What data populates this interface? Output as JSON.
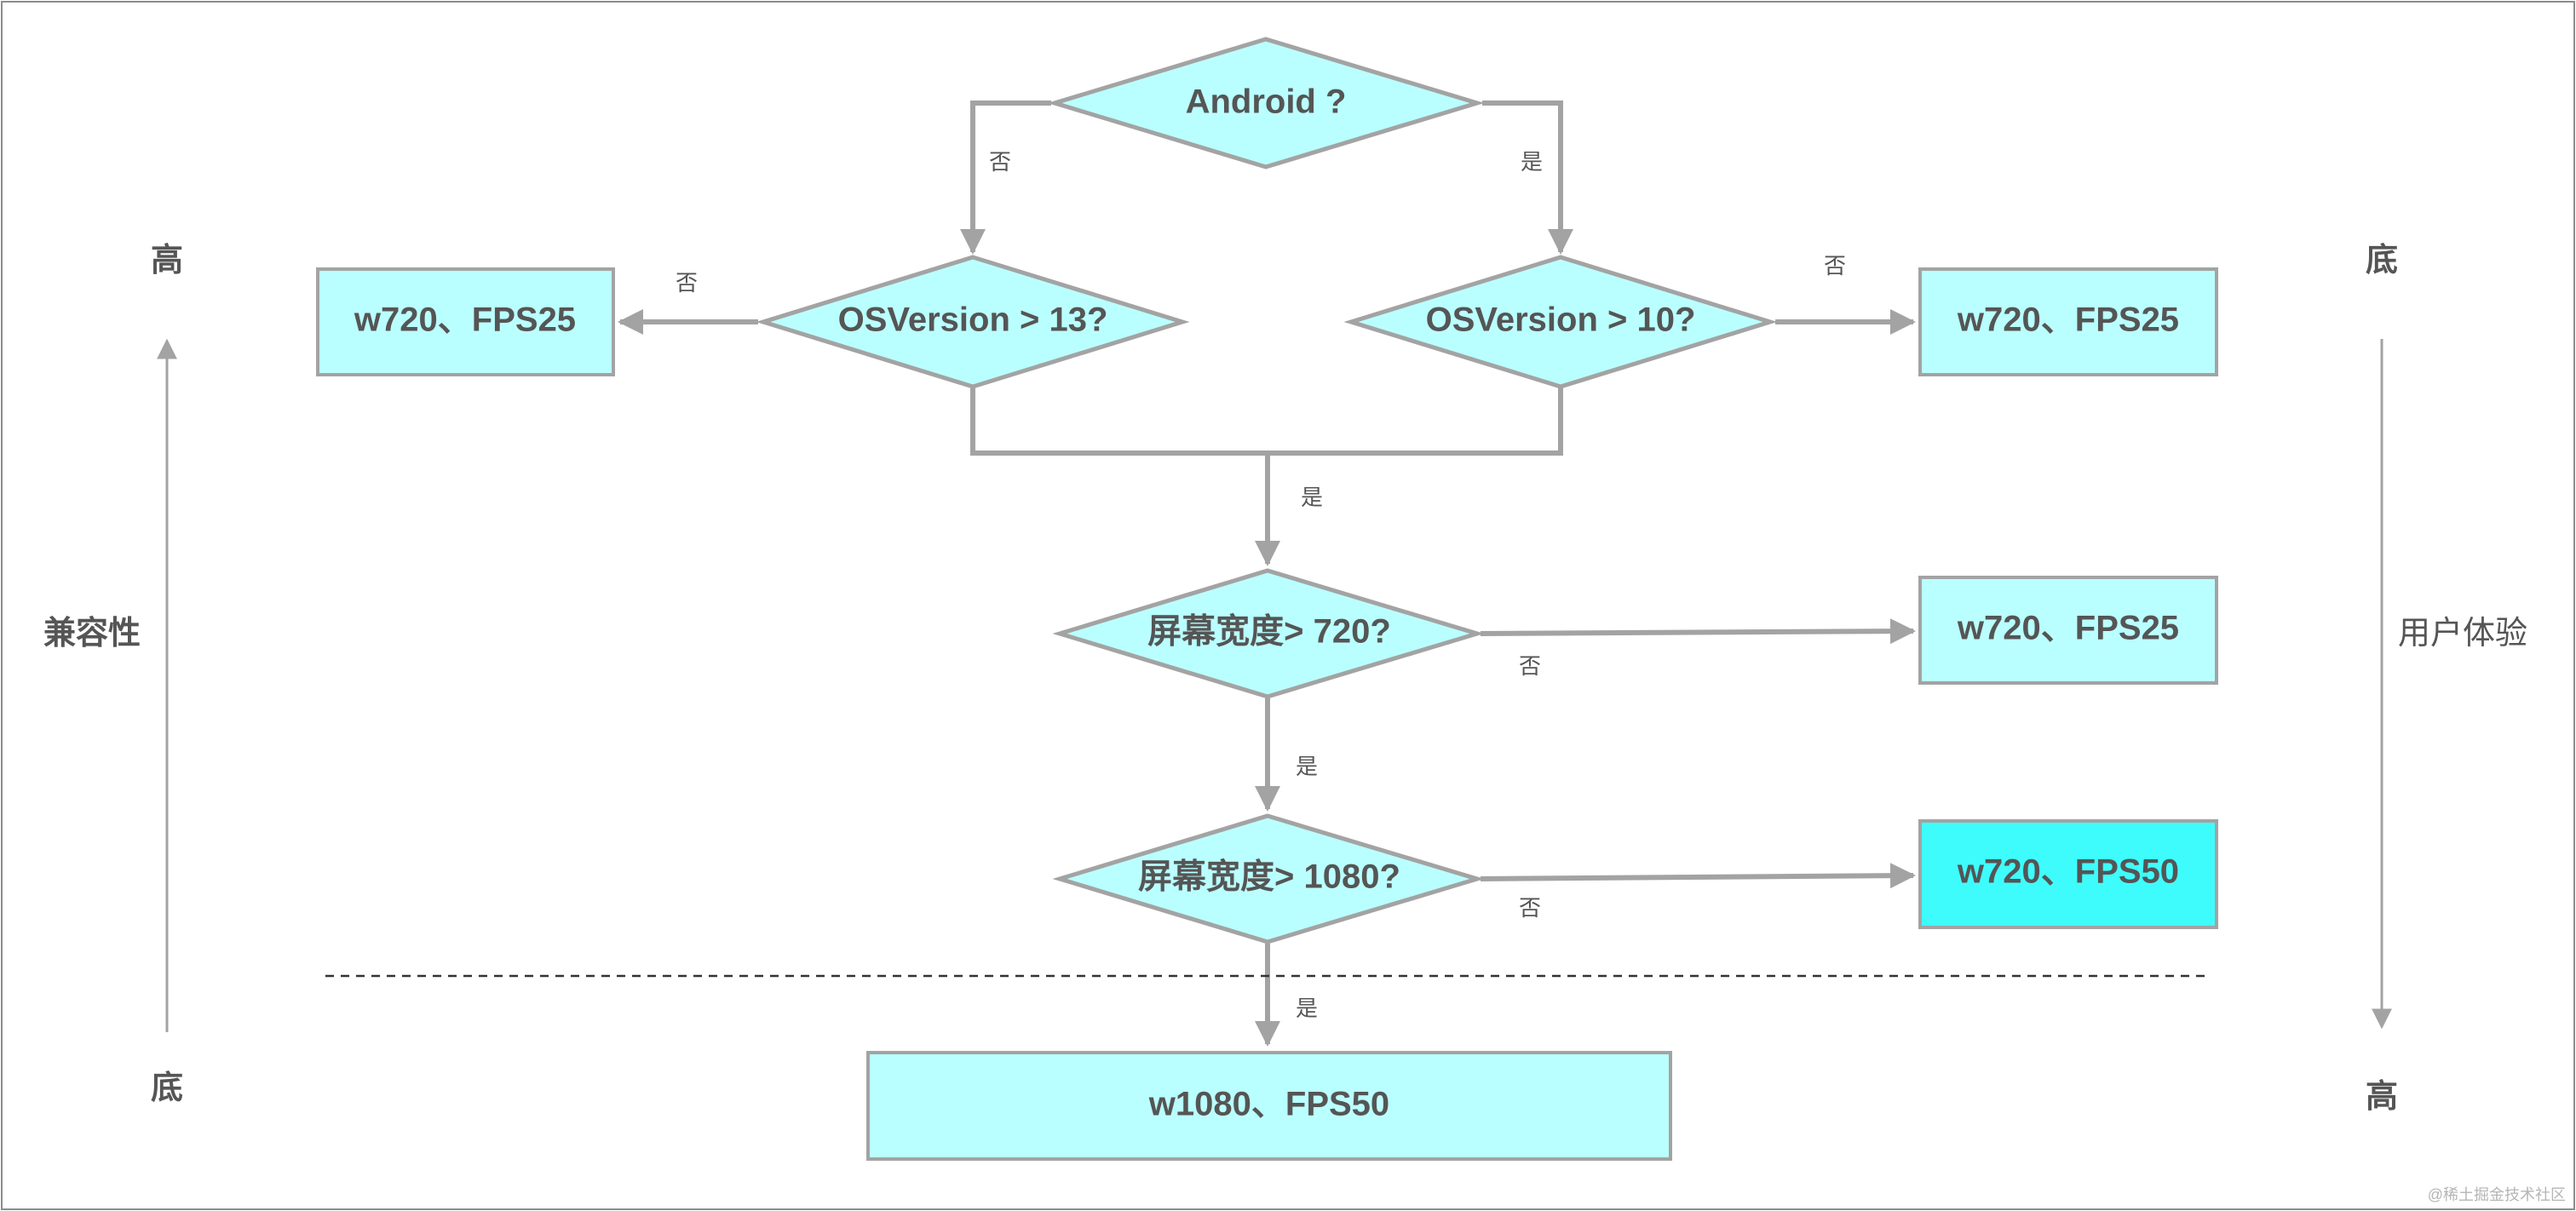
{
  "decisions": {
    "android": "Android ?",
    "os13": "OSVersion > 13?",
    "os10": "OSVersion > 10?",
    "w720": "屏幕宽度> 720?",
    "w1080": "屏幕宽度> 1080?"
  },
  "results": {
    "left": "w720、FPS25",
    "right_top": "w720、FPS25",
    "right_mid": "w720、FPS25",
    "right_bottom": "w720、FPS50",
    "bottom": "w1080、FPS50"
  },
  "edges": {
    "android_no": "否",
    "android_yes": "是",
    "os13_no": "否",
    "os10_no": "否",
    "merge_yes": "是",
    "w720_no": "否",
    "w720_yes": "是",
    "w1080_no": "否",
    "w1080_yes": "是"
  },
  "left_axis": {
    "top": "高",
    "label": "兼容性",
    "bottom": "底"
  },
  "right_axis": {
    "top": "底",
    "label": "用户体验",
    "bottom": "高"
  },
  "watermark": "@稀土掘金技术社区",
  "colors": {
    "node_fill": "#baffff",
    "highlight_fill": "#3ffcfc",
    "stroke": "#a3a3a3",
    "text": "#555555"
  }
}
